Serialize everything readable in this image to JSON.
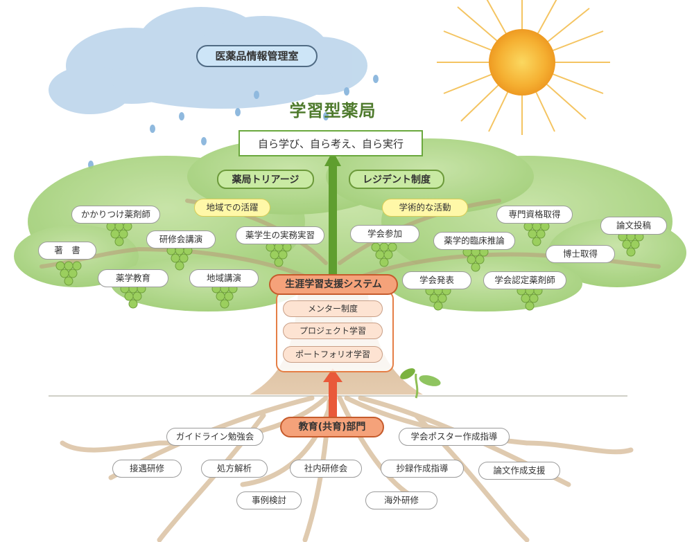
{
  "diagram": {
    "cloud_label": "医薬品情報管理室",
    "title": "学習型薬局",
    "motto": "自ら学び、自ら考え、自ら実行",
    "branches": {
      "left_heading": "薬局トリアージ",
      "right_heading": "レジデント制度",
      "left_sub": "地域での活躍",
      "right_sub": "学術的な活動"
    },
    "left_leaves": [
      "かかりつけ薬剤師",
      "研修会講演",
      "薬学生の実務実習",
      "著　書",
      "薬学教育",
      "地域講演"
    ],
    "right_leaves": [
      "専門資格取得",
      "論文投稿",
      "学会参加",
      "薬学的臨床推論",
      "博士取得",
      "学会発表",
      "学会認定薬剤師"
    ],
    "trunk": {
      "heading": "生涯学習支援システム",
      "items": [
        "メンター制度",
        "プロジェクト学習",
        "ポートフォリオ学習"
      ]
    },
    "root_heading": "教育(共育)部門",
    "roots": [
      "ガイドライン勉強会",
      "学会ポスター作成指導",
      "接遇研修",
      "処方解析",
      "社内研修会",
      "抄録作成指導",
      "論文作成支援",
      "事例検討",
      "海外研修"
    ],
    "colors": {
      "leaf_green": "#8fc460",
      "trunk_brown": "#d9b796",
      "green_arrow": "#5f9e2f",
      "red_arrow": "#e9593a",
      "sun_orange": "#f2a52e",
      "sky_blue": "#b7d2ea"
    }
  }
}
